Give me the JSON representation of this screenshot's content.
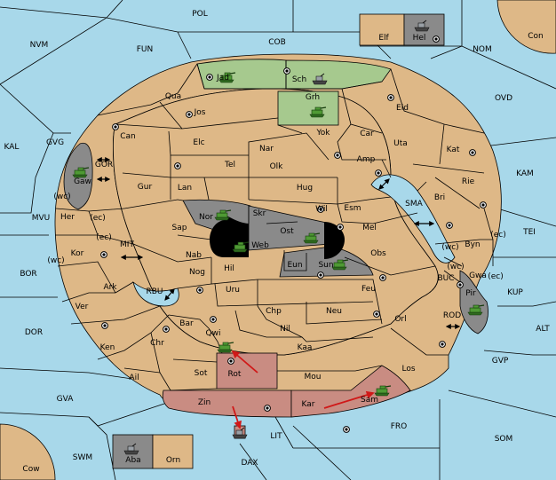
{
  "colors": {
    "sea": "#a8d8ea",
    "land": "#deb887",
    "green_power": "#a6c98e",
    "grey_power": "#8a8a8a",
    "red_power": "#c98c82",
    "black_power": "#000000",
    "order_arrow": "#d01818"
  },
  "sea_labels": [
    "POL",
    "NVM",
    "FUN",
    "COB",
    "NOM",
    "Con",
    "OVD",
    "KAL",
    "GVG",
    "GOR",
    "KAM",
    "MVU",
    "MIT",
    "SMA",
    "TEI",
    "BOR",
    "RBU",
    "BUC",
    "KUP",
    "DOR",
    "ROD",
    "ALT",
    "GVP",
    "GVA",
    "FRO",
    "SOM",
    "LIT",
    "SWM",
    "DAX",
    "Cow"
  ],
  "land_labels": [
    "Elf",
    "Hel",
    "Jad",
    "Sch",
    "Qua",
    "Jos",
    "Grh",
    "Eld",
    "Can",
    "Yok",
    "Car",
    "Uta",
    "Elc",
    "Nar",
    "Amp",
    "Kat",
    "Gaw",
    "Tel",
    "Olk",
    "Gur",
    "Lan",
    "Hug",
    "Rie",
    "Bri",
    "Wil",
    "Esm",
    "Nor",
    "Skr",
    "Sap",
    "Ost",
    "Mel",
    "Web",
    "Her",
    "Kor",
    "Nab",
    "Eun",
    "Sun",
    "Obs",
    "Byn",
    "Gwa",
    "Hil",
    "Nog",
    "Ark",
    "Uru",
    "Feu",
    "Pir",
    "Ver",
    "Chp",
    "Neu",
    "Bar",
    "Qwi",
    "Nil",
    "Orl",
    "Ken",
    "Chr",
    "Kaa",
    "Los",
    "Ail",
    "Sot",
    "Rot",
    "Mou",
    "Zin",
    "Kar",
    "Sam",
    "Aba",
    "Orn"
  ],
  "coast_labels": [
    "(wc)",
    "(ec)",
    "(ec)",
    "(wc)",
    "(wc)",
    "(ec)",
    "(wc)",
    "(ec)"
  ],
  "units": [
    {
      "type": "fleet",
      "power": "grey",
      "location": "Hel"
    },
    {
      "type": "army",
      "power": "green",
      "location": "Jad"
    },
    {
      "type": "fleet",
      "power": "grey",
      "location": "Sch"
    },
    {
      "type": "army",
      "power": "green",
      "location": "Grh"
    },
    {
      "type": "army",
      "power": "green",
      "location": "Gaw"
    },
    {
      "type": "army",
      "power": "green",
      "location": "Nor"
    },
    {
      "type": "army",
      "power": "green",
      "location": "Web"
    },
    {
      "type": "army",
      "power": "green",
      "location": "Ost"
    },
    {
      "type": "army",
      "power": "green",
      "location": "Sun"
    },
    {
      "type": "army",
      "power": "green",
      "location": "Pir"
    },
    {
      "type": "army",
      "power": "green",
      "location": "Qwi"
    },
    {
      "type": "army",
      "power": "green",
      "location": "Sam"
    },
    {
      "type": "fleet",
      "power": "grey",
      "location": "Aba"
    }
  ],
  "orders": [
    {
      "from": "Rot",
      "to": "Qwi"
    },
    {
      "from": "Zin",
      "to": "LIT"
    },
    {
      "from": "Kar",
      "to": "Sam"
    }
  ]
}
